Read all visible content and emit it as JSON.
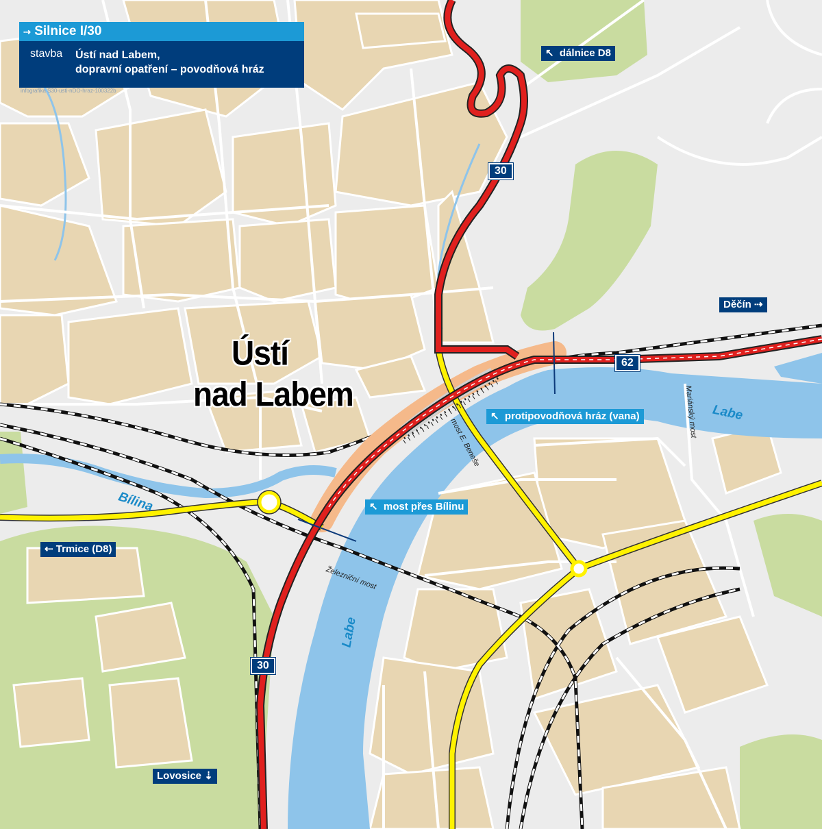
{
  "header": {
    "title": "Silnice I/30",
    "kind": "stavba",
    "name_line1": "Ústí nad Labem,",
    "name_line2": "dopravní opatření – povodňová hráz",
    "code": "infografika S30-usti-nDO-hraz-100322b"
  },
  "city": {
    "line1": "Ústí",
    "line2": "nad Labem"
  },
  "directions": {
    "d8": {
      "label": "dálnice D8",
      "arrow": "↖"
    },
    "decin": {
      "label": "Děčín",
      "arrow": "⇢"
    },
    "trmice": {
      "label": "Trmice (D8)",
      "arrow": "⇠"
    },
    "lovosice": {
      "label": "Lovosice",
      "arrow": "⇣"
    }
  },
  "route_shields": {
    "r30_top": "30",
    "r30_bottom": "30",
    "r62": "62"
  },
  "callouts": {
    "dam": {
      "label": "protipovodňová hráz (vana)",
      "arrow": "↖"
    },
    "bridge": {
      "label": "most přes Bílinu",
      "arrow": "↖"
    }
  },
  "rivers": {
    "labe_east": "Labe",
    "labe_south": "Labe",
    "bilina": "Bílina"
  },
  "bridges": {
    "benes": "most E. Beneše",
    "mariansky": "Mariánský most",
    "railway": "Železniční most"
  },
  "colors": {
    "water": "#8ec4ea",
    "urban": "#e8d6b2",
    "green": "#c9dca0",
    "road_red": "#e0201e",
    "road_yellow": "#fff200",
    "label_dark": "#003d7c",
    "label_cyan": "#1c9ad6",
    "dam": "#f5b98a"
  }
}
